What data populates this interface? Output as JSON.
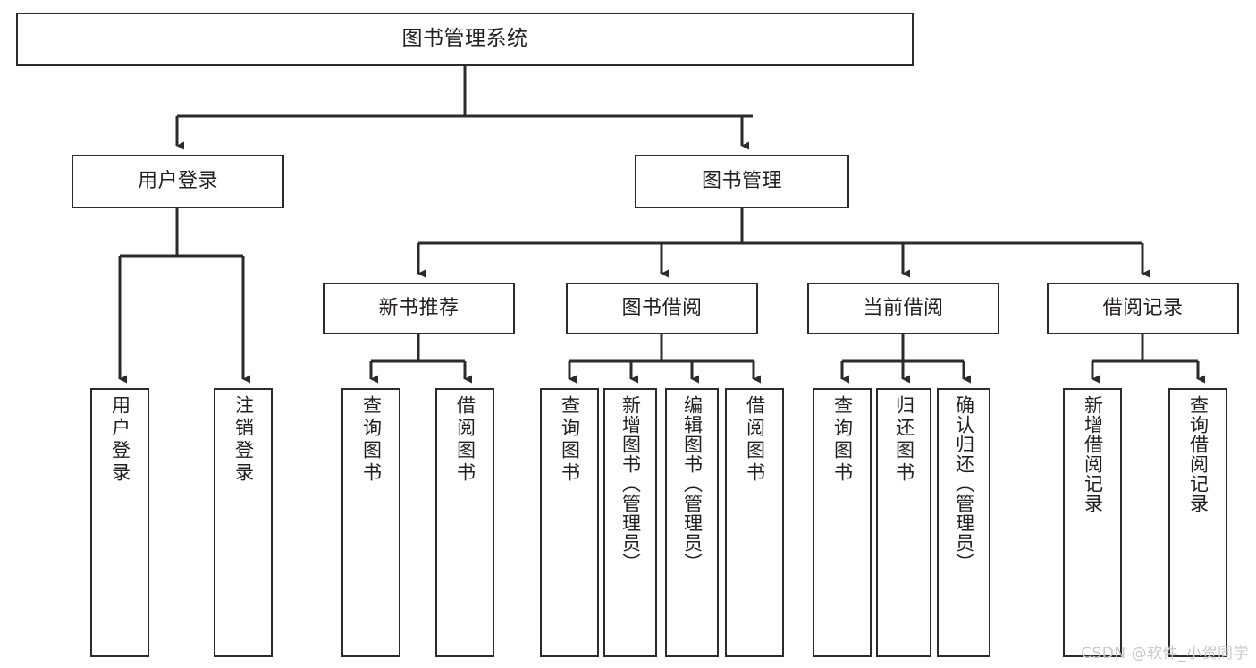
{
  "diagram": {
    "title": "图书管理系统",
    "type": "hierarchy-tree",
    "watermark": "CSDN @软件_小贺同学",
    "colors": {
      "background": "#ffffff",
      "box_border": "#2b2b2b",
      "box_fill": "#ffffff",
      "text": "#231f20",
      "connector": "#2b2b2b",
      "watermark": "#c9c9c9"
    },
    "levels": {
      "root": {
        "label": "图书管理系统"
      },
      "level2": [
        {
          "label": "用户登录"
        },
        {
          "label": "图书管理"
        }
      ],
      "level3": [
        {
          "label": "新书推荐"
        },
        {
          "label": "图书借阅"
        },
        {
          "label": "当前借阅"
        },
        {
          "label": "借阅记录"
        }
      ],
      "leaves": {
        "user_login": [
          {
            "label": "用户登录"
          },
          {
            "label": "注销登录"
          }
        ],
        "new_book_recommend": [
          {
            "label": "查询图书"
          },
          {
            "label": "借阅图书"
          }
        ],
        "book_borrow": [
          {
            "label": "查询图书"
          },
          {
            "label": "新增图书（管理员）"
          },
          {
            "label": "编辑图书（管理员）"
          },
          {
            "label": "借阅图书"
          }
        ],
        "current_borrow": [
          {
            "label": "查询图书"
          },
          {
            "label": "归还图书"
          },
          {
            "label": "确认归还（管理员）"
          }
        ],
        "borrow_record": [
          {
            "label": "新增借阅记录"
          },
          {
            "label": "查询借阅记录"
          }
        ]
      }
    }
  }
}
